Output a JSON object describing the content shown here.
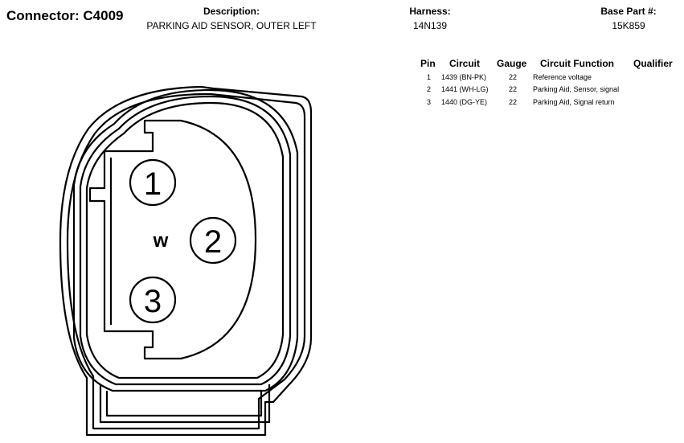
{
  "connector": {
    "label": "Connector:",
    "id": "C4009"
  },
  "description": {
    "label": "Description:",
    "value": "PARKING AID SENSOR, OUTER LEFT"
  },
  "harness": {
    "label": "Harness:",
    "value": "14N139"
  },
  "base_part": {
    "label": "Base Part #:",
    "value": "15K859"
  },
  "table": {
    "headers": [
      "Pin",
      "Circuit",
      "Gauge",
      "Circuit Function",
      "Qualifier"
    ],
    "rows": [
      {
        "pin": "1",
        "circuit": "1439 (BN-PK)",
        "gauge": "22",
        "function": "Reference voltage",
        "qualifier": ""
      },
      {
        "pin": "2",
        "circuit": "1441 (WH-LG)",
        "gauge": "22",
        "function": "Parking Aid, Sensor, signal",
        "qualifier": ""
      },
      {
        "pin": "3",
        "circuit": "1440 (DG-YE)",
        "gauge": "22",
        "function": "Parking Aid, Signal return",
        "qualifier": ""
      }
    ]
  },
  "diagram": {
    "pins": [
      "1",
      "2",
      "3"
    ],
    "marker": "w"
  }
}
